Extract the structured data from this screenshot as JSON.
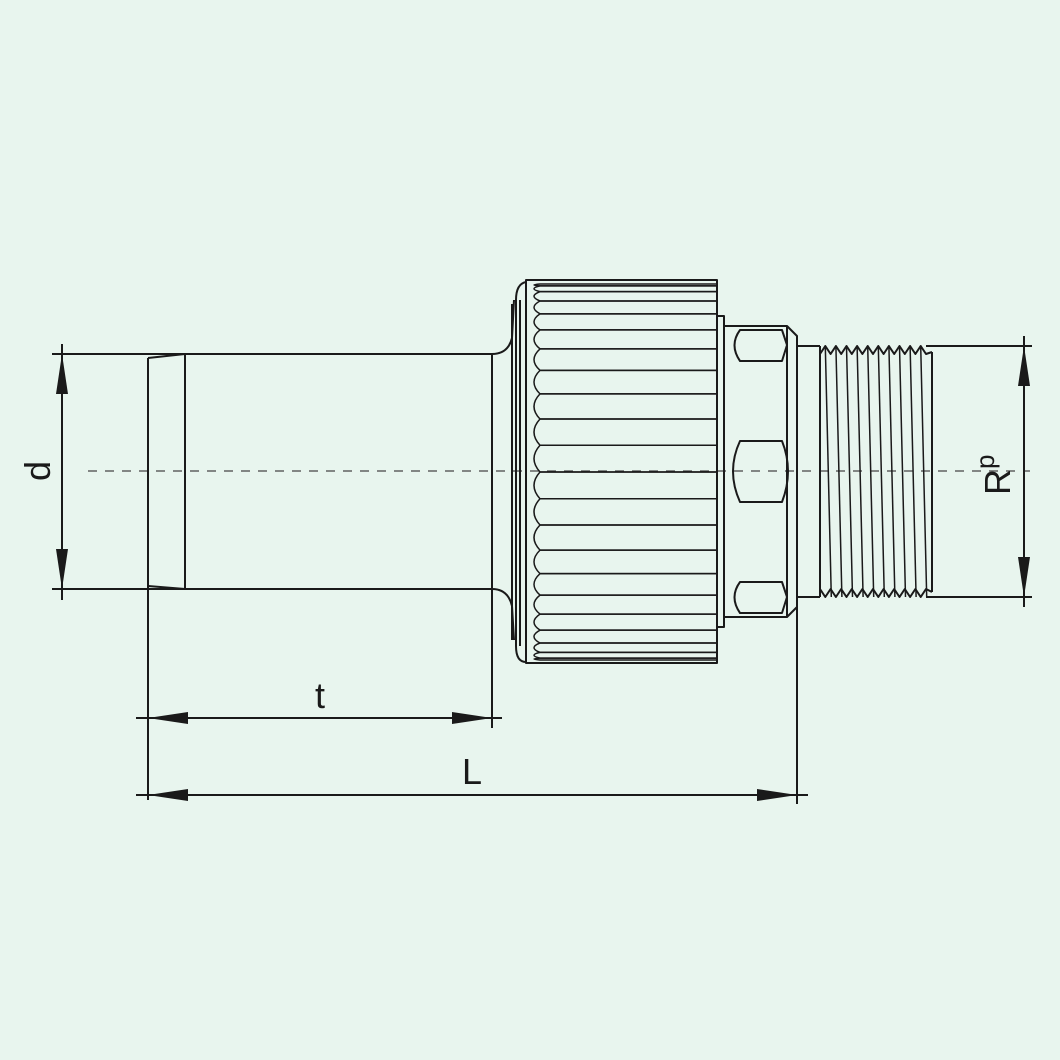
{
  "dimensions": {
    "diameter_label": "d",
    "socket_depth_label": "t",
    "length_label": "L",
    "thread_label_main": "R",
    "thread_label_sub": "p"
  },
  "colors": {
    "background": "#e8f5ee",
    "line": "#1a1a1a"
  }
}
